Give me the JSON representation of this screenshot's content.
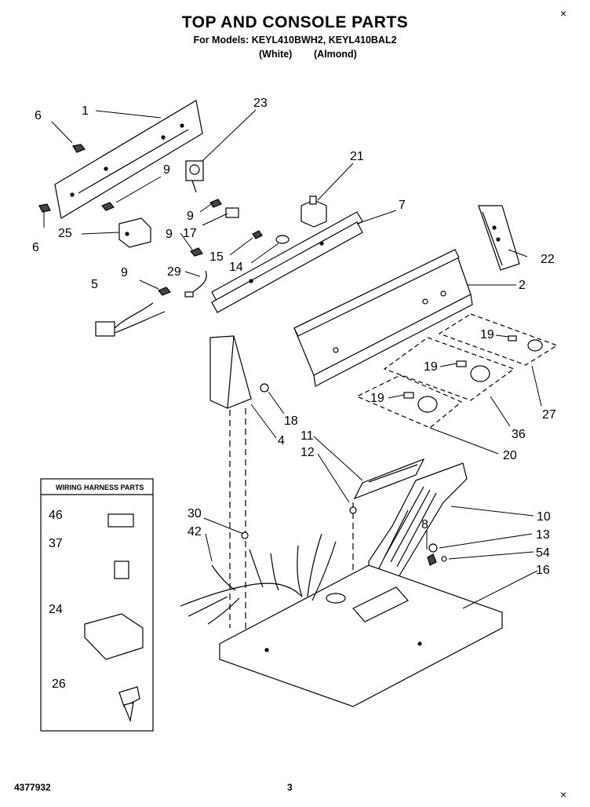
{
  "header": {
    "title": "TOP AND CONSOLE PARTS",
    "models_line": "For Models: KEYL410BWH2, KEYL410BAL2",
    "color_white": "(White)",
    "color_almond": "(Almond)"
  },
  "legend": {
    "title": "WIRING HARNESS PARTS",
    "items": [
      "46",
      "37",
      "24",
      "26"
    ]
  },
  "callouts": [
    "1",
    "6",
    "6",
    "9",
    "9",
    "9",
    "9",
    "23",
    "21",
    "7",
    "17",
    "25",
    "15",
    "14",
    "22",
    "2",
    "29",
    "5",
    "19",
    "19",
    "19",
    "27",
    "36",
    "20",
    "18",
    "4",
    "11",
    "12",
    "10",
    "30",
    "42",
    "8",
    "13",
    "54",
    "16"
  ],
  "footer": {
    "doc_number": "4377932",
    "page_number": "3"
  }
}
